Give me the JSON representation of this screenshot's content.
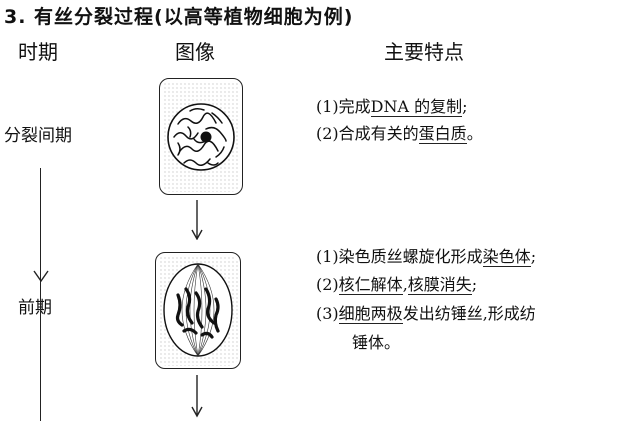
{
  "heading": "3. 有丝分裂过程(以高等植物细胞为例)",
  "columns": {
    "period": "时期",
    "image": "图像",
    "features": "主要特点"
  },
  "phases": {
    "interphase": "分裂间期",
    "prophase": "前期"
  },
  "interphase": {
    "f1": {
      "prefix": "(1)完成",
      "term": "DNA 的复制",
      "suffix": ";"
    },
    "f2": {
      "prefix": "(2)合成有关的",
      "term": "蛋白质",
      "suffix": "。"
    }
  },
  "prophase": {
    "f1": {
      "prefix": "(1)染色质丝螺旋化形成",
      "term": "染色体",
      "suffix": ";"
    },
    "f2": {
      "prefix": "(2)",
      "term1": "核仁解体",
      "mid": ",",
      "term2": "核膜消失",
      "suffix": ";"
    },
    "f3": {
      "prefix": "(3)",
      "term": "细胞两极",
      "suffix": "发出纺锤丝,形成纺",
      "cont": "锤体。"
    }
  }
}
